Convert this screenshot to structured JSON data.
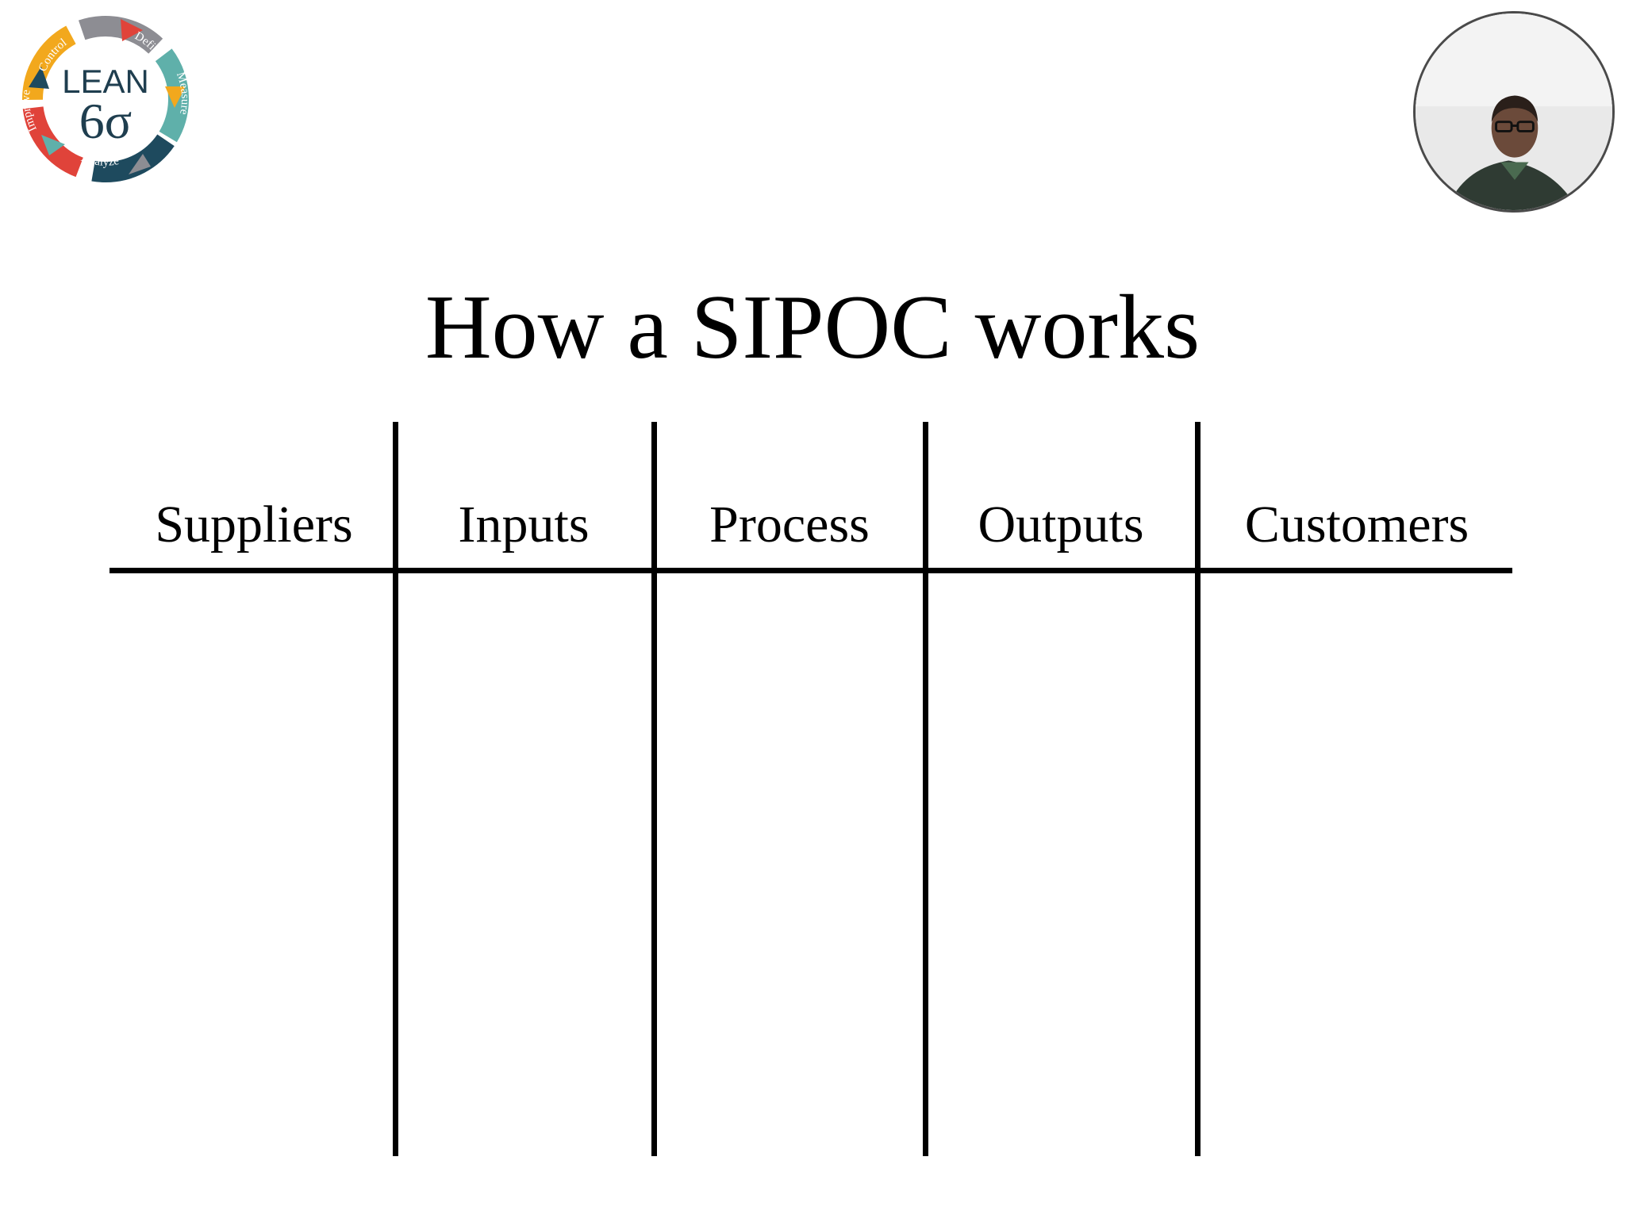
{
  "slide": {
    "title": "How a SIPOC works"
  },
  "logo": {
    "brand": "LEAN",
    "symbol": "6σ",
    "phases": [
      "Define",
      "Measure",
      "Analyze",
      "Improve",
      "Control"
    ],
    "colors": {
      "define": "#f2a81d",
      "measure": "#8d8d93",
      "analyze": "#5fb0aa",
      "improve": "#1e4a5e",
      "control": "#e0433a",
      "text": "#1f3e4f"
    }
  },
  "sipoc": {
    "columns": [
      "Suppliers",
      "Inputs",
      "Process",
      "Outputs",
      "Customers"
    ]
  },
  "webcam": {
    "description_icon": "presenter-video-feed"
  }
}
